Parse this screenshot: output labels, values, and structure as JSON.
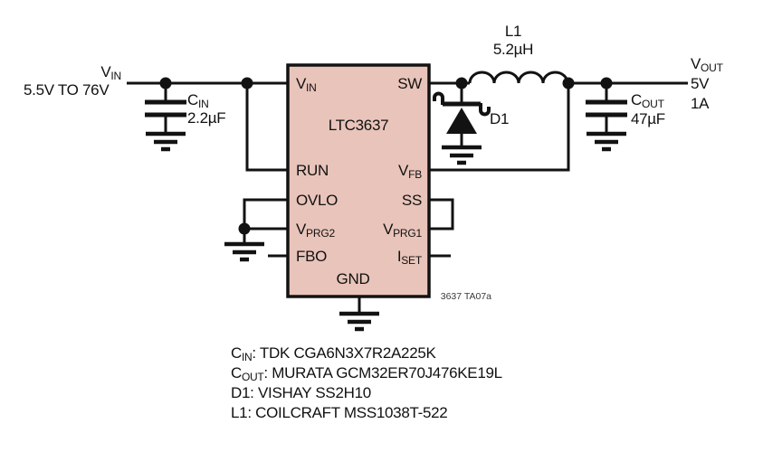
{
  "diagram": {
    "type": "schematic",
    "wire_color": "#121212",
    "ic": {
      "name": "LTC3637",
      "fill_color": "#e9c4ba",
      "pins_left": [
        {
          "base": "V",
          "sub": "IN"
        },
        {
          "base": "RUN",
          "sub": ""
        },
        {
          "base": "OVLO",
          "sub": ""
        },
        {
          "base": "V",
          "sub": "PRG2"
        },
        {
          "base": "FBO",
          "sub": ""
        }
      ],
      "pins_right": [
        {
          "base": "SW",
          "sub": ""
        },
        {
          "base": "V",
          "sub": "FB"
        },
        {
          "base": "SS",
          "sub": ""
        },
        {
          "base": "V",
          "sub": "PRG1"
        },
        {
          "base": "I",
          "sub": "SET"
        }
      ],
      "pin_bottom": "GND"
    },
    "input": {
      "label": {
        "base": "V",
        "sub": "IN"
      },
      "range": "5.5V TO 76V",
      "cap": {
        "base": "C",
        "sub": "IN"
      },
      "cap_value": "2.2µF"
    },
    "output": {
      "label": {
        "base": "V",
        "sub": "OUT"
      },
      "voltage": "5V",
      "current": "1A",
      "cap": {
        "base": "C",
        "sub": "OUT"
      },
      "cap_value": "47µF"
    },
    "inductor": {
      "ref": "L1",
      "value": "5.2µH"
    },
    "diode": {
      "ref": "D1"
    },
    "note": "3637 TA07a"
  },
  "bom": {
    "lines": [
      {
        "base": "C",
        "sub": "IN",
        "rest": ": TDK CGA6N3X7R2A225K"
      },
      {
        "base": "C",
        "sub": "OUT",
        "rest": ": MURATA GCM32ER70J476KE19L"
      },
      {
        "base": "D1",
        "sub": "",
        "rest": ": VISHAY SS2H10"
      },
      {
        "base": "L1",
        "sub": "",
        "rest": ": COILCRAFT MSS1038T-522"
      }
    ]
  }
}
